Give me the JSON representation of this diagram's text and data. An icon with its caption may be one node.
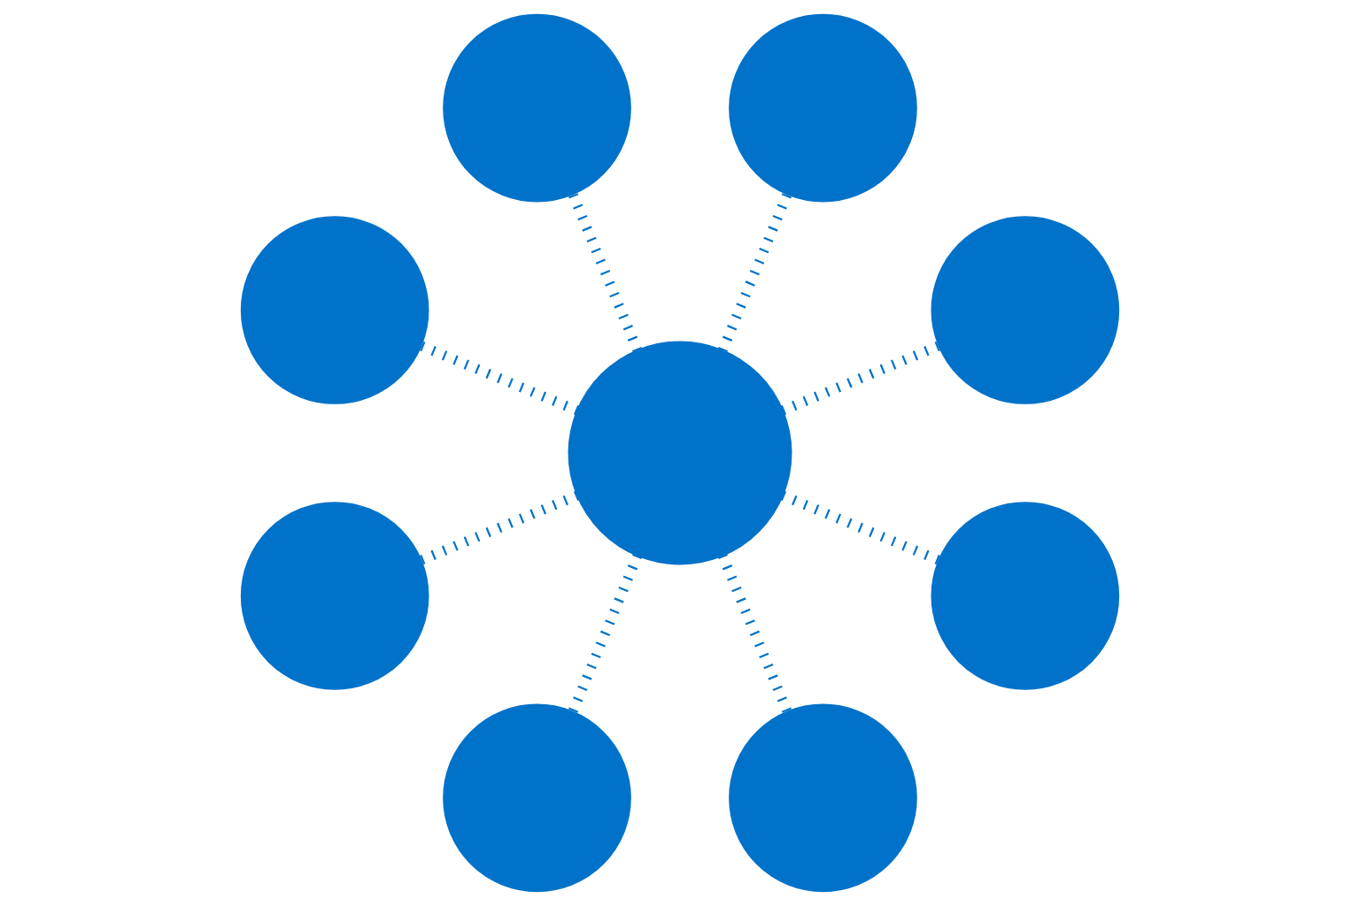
{
  "diagram": {
    "nodes": [
      {
        "text": [],
        "shape": "circle"
      },
      {
        "text": [],
        "shape": "circle"
      },
      {
        "text": [],
        "shape": "circle"
      },
      {
        "text": [],
        "shape": "circle"
      },
      {
        "text": [],
        "shape": "circle"
      },
      {
        "text": [],
        "shape": "circle"
      },
      {
        "text": [],
        "shape": "circle"
      },
      {
        "text": [],
        "shape": "circle"
      },
      {
        "text": [],
        "shape": "circle"
      }
    ],
    "edges": [
      {
        "from": 4,
        "to": 0,
        "arrow": "none"
      },
      {
        "from": 4,
        "to": 1,
        "arrow": "none"
      },
      {
        "from": 4,
        "to": 3,
        "arrow": "none"
      },
      {
        "from": 4,
        "to": 6,
        "arrow": "none"
      },
      {
        "from": 4,
        "to": 8,
        "arrow": "none"
      },
      {
        "from": 4,
        "to": 7,
        "arrow": "none"
      },
      {
        "from": 4,
        "to": 5,
        "arrow": "none"
      },
      {
        "from": 4,
        "to": 2,
        "arrow": "none"
      }
    ]
  }
}
